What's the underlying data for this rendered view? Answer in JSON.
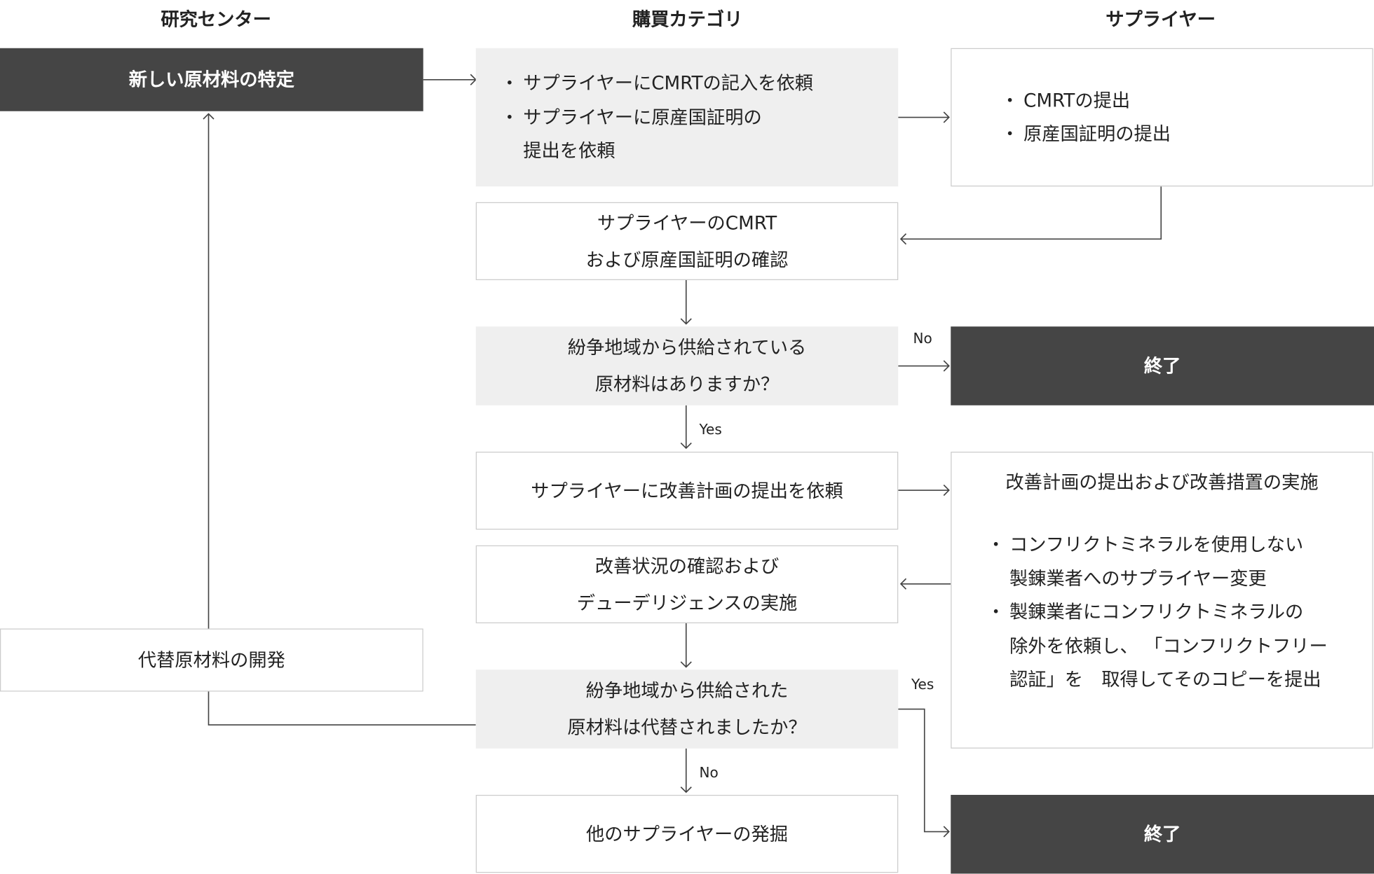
{
  "headers": {
    "research": "研究センター",
    "purchasing": "購買カテゴリ",
    "supplier": "サプライヤー"
  },
  "nodes": {
    "identify": "新しい原材料の特定",
    "request": [
      "サプライヤーにCMRTの記入を依頼",
      "サプライヤーに原産国証明の",
      "提出を依頼"
    ],
    "submit": [
      "CMRTの提出",
      "原産国証明の提出"
    ],
    "confirm": [
      "サプライヤーのCMRT",
      "および原産国証明の確認"
    ],
    "q1": [
      "紛争地域から供給されている",
      "原材料はありますか？"
    ],
    "end1": "終了",
    "improve_req": "サプライヤーに改善計画の提出を依頼",
    "improve_impl": {
      "title": "改善計画の提出および改善措置の実施",
      "items": [
        "コンフリクトミネラルを使用しない",
        "製錬業者へのサプライヤー変更",
        "製錬業者にコンフリクトミネラルの",
        "除外を依頼し、 「コンフリクトフリー",
        "認証」を　取得してそのコピーを提出"
      ]
    },
    "status": [
      "改善状況の確認および",
      "デューデリジェンスの実施"
    ],
    "alt": "代替原材料の開発",
    "q2": [
      "紛争地域から供給された",
      "原材料は代替されましたか？"
    ],
    "end2": "終了",
    "other": "他のサプライヤーの発掘"
  },
  "labels": {
    "no1": "No",
    "yes1": "Yes",
    "yes2": "Yes",
    "no2": "No"
  }
}
